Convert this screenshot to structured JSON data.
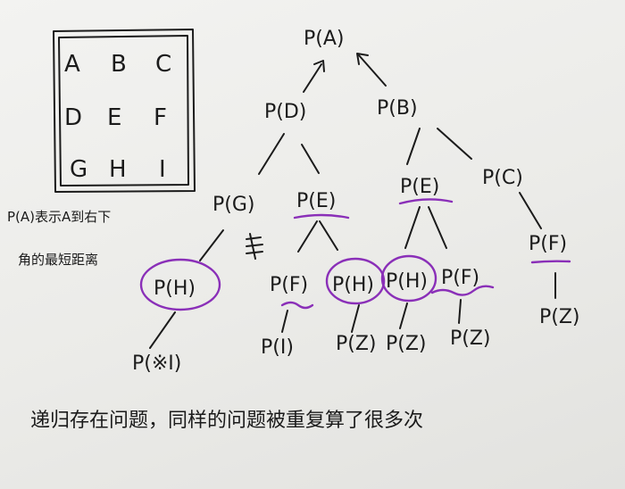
{
  "grid": {
    "cells": [
      "A",
      "B",
      "C",
      "D",
      "E",
      "F",
      "G",
      "H",
      "I"
    ]
  },
  "legend_note": {
    "line1": "P(A)表示A到右下",
    "line2": "角的最短距离"
  },
  "tree": {
    "nodes": {
      "pa": "P(A)",
      "pd": "P(D)",
      "pb": "P(B)",
      "pg": "P(G)",
      "pe_left": "P(E)",
      "pe_right": "P(E)",
      "pc": "P(C)",
      "ph_1": "P(H)",
      "pf_1": "P(F)",
      "ph_2": "P(H)",
      "ph_3": "P(H)",
      "pf_2": "P(F)",
      "pf_3": "P(F)",
      "pi_1": "P(※I)",
      "pi_2": "P(I)",
      "pz_1": "P(Z)",
      "pz_2": "P(Z)",
      "pz_3": "P(Z)",
      "pz_4": "P(Z)"
    },
    "colors": {
      "ink": "#1b1b1b",
      "highlight": "#8a2fb8"
    }
  },
  "footer": {
    "text": "递归存在问题，同样的问题被重复算了很多次"
  }
}
